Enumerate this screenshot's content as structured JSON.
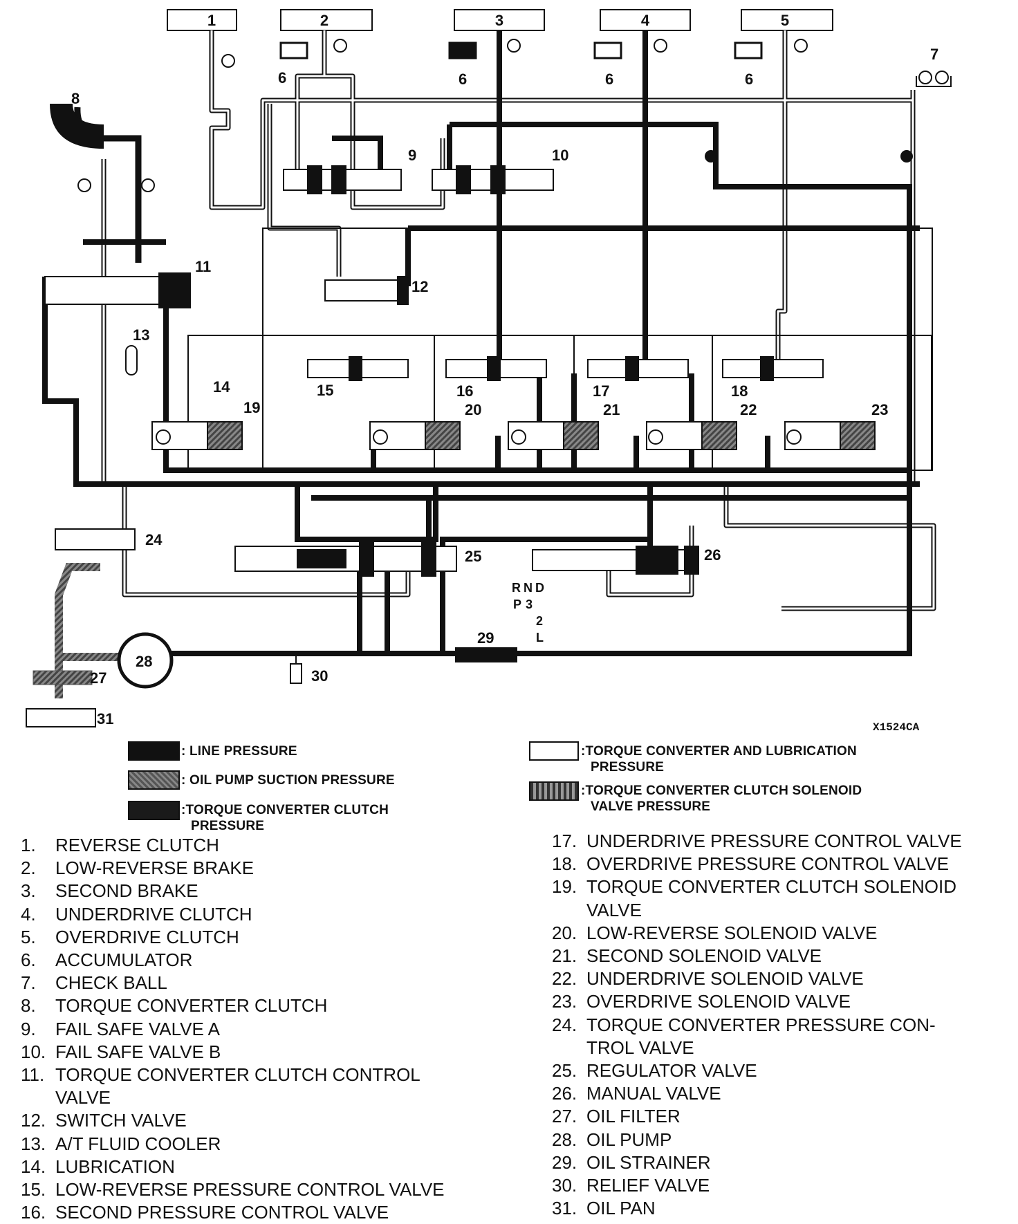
{
  "figure_id": "X1524CA",
  "top_labels": [
    "1",
    "2",
    "3",
    "4",
    "5"
  ],
  "callouts": {
    "n6": "6",
    "n7": "7",
    "n8": "8",
    "n9": "9",
    "n10": "10",
    "n11": "11",
    "n12": "12",
    "n13": "13",
    "n14": "14",
    "n15": "15",
    "n16": "16",
    "n17": "17",
    "n18": "18",
    "n19": "19",
    "n20": "20",
    "n21": "21",
    "n22": "22",
    "n23": "23",
    "n24": "24",
    "n25": "25",
    "n26": "26",
    "n27": "27",
    "n28": "28",
    "n29": "29",
    "n30": "30",
    "n31": "31"
  },
  "manual_positions": [
    "R",
    "N",
    "D",
    "P",
    "3",
    "2",
    "L"
  ],
  "legend": {
    "line_pressure": ": LINE PRESSURE",
    "oil_pump_suction": ": OIL PUMP SUCTION PRESSURE",
    "tcc_pressure_1": ":TORQUE CONVERTER CLUTCH",
    "tcc_pressure_2": "PRESSURE",
    "lube_1": ":TORQUE CONVERTER AND LUBRICATION",
    "lube_2": "PRESSURE",
    "tcc_solenoid_1": ":TORQUE CONVERTER CLUTCH SOLENOID",
    "tcc_solenoid_2": "VALVE PRESSURE"
  },
  "parts_left": [
    {
      "n": "1.",
      "label": "REVERSE CLUTCH"
    },
    {
      "n": "2.",
      "label": "LOW-REVERSE BRAKE"
    },
    {
      "n": "3.",
      "label": "SECOND BRAKE"
    },
    {
      "n": "4.",
      "label": "UNDERDRIVE CLUTCH"
    },
    {
      "n": "5.",
      "label": "OVERDRIVE CLUTCH"
    },
    {
      "n": "6.",
      "label": "ACCUMULATOR"
    },
    {
      "n": "7.",
      "label": "CHECK BALL"
    },
    {
      "n": "8.",
      "label": "TORQUE CONVERTER CLUTCH"
    },
    {
      "n": "9.",
      "label": "FAIL SAFE VALVE A"
    },
    {
      "n": "10.",
      "label": "FAIL SAFE VALVE B"
    },
    {
      "n": "11.",
      "label": "TORQUE CONVERTER CLUTCH CONTROL"
    },
    {
      "n": "",
      "label": "VALVE"
    },
    {
      "n": "12.",
      "label": "SWITCH VALVE"
    },
    {
      "n": "13.",
      "label": "A/T FLUID COOLER"
    },
    {
      "n": "14.",
      "label": "LUBRICATION"
    },
    {
      "n": "15.",
      "label": "LOW-REVERSE PRESSURE CONTROL VALVE"
    },
    {
      "n": "16.",
      "label": "SECOND PRESSURE CONTROL VALVE"
    }
  ],
  "parts_right": [
    {
      "n": "17.",
      "label": "UNDERDRIVE PRESSURE CONTROL VALVE"
    },
    {
      "n": "18.",
      "label": "OVERDRIVE PRESSURE CONTROL VALVE"
    },
    {
      "n": "19.",
      "label": "TORQUE CONVERTER CLUTCH SOLENOID"
    },
    {
      "n": "",
      "label": "VALVE"
    },
    {
      "n": "20.",
      "label": "LOW-REVERSE SOLENOID VALVE"
    },
    {
      "n": "21.",
      "label": "SECOND SOLENOID VALVE"
    },
    {
      "n": "22.",
      "label": "UNDERDRIVE SOLENOID VALVE"
    },
    {
      "n": "23.",
      "label": "OVERDRIVE SOLENOID VALVE"
    },
    {
      "n": "24.",
      "label": "TORQUE CONVERTER PRESSURE CON-"
    },
    {
      "n": "",
      "label": "TROL VALVE"
    },
    {
      "n": "25.",
      "label": "REGULATOR VALVE"
    },
    {
      "n": "26.",
      "label": "MANUAL VALVE"
    },
    {
      "n": "27.",
      "label": "OIL FILTER"
    },
    {
      "n": "28.",
      "label": "OIL PUMP"
    },
    {
      "n": "29.",
      "label": "OIL STRAINER"
    },
    {
      "n": "30.",
      "label": "RELIEF VALVE"
    },
    {
      "n": "31.",
      "label": "OIL PAN"
    }
  ]
}
